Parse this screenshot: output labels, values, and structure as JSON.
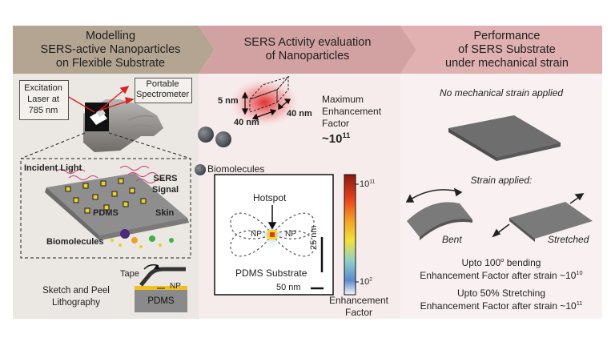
{
  "panels": {
    "left": {
      "header_line1": "Modelling",
      "header_line2": "SERS-active Nanoparticles",
      "header_line3": "on Flexible Substrate",
      "excitation_line1": "Excitation",
      "excitation_line2": "Laser at",
      "excitation_line3": "785 nm",
      "portable_line1": "Portable",
      "portable_line2": "Spectrometer",
      "incident_light": "Incident Light",
      "sers_line1": "SERS",
      "sers_line2": "Signal",
      "pdms": "PDMS",
      "skin": "Skin",
      "biomolecules": "Biomolecules",
      "tape": "Tape",
      "np": "NP",
      "sketch_line1": "Sketch and Peel",
      "sketch_line2": "Lithography",
      "pdms_block": "PDMS"
    },
    "middle": {
      "header_line1": "SERS Activity evaluation",
      "header_line2": "of Nanoparticles",
      "dim_height": "5 nm",
      "dim_depth": "40 nm",
      "dim_width": "40 nm",
      "max_line1": "Maximum",
      "max_line2": "Enhancement",
      "max_line3": "Factor",
      "max_value_base": "~10",
      "max_value_exp": "11",
      "biomolecules": "Biomolecules",
      "hotspot": "Hotspot",
      "np_left": "NP",
      "np_right": "NP",
      "scale_25": "25 nm",
      "pdms_substrate": "PDMS Substrate",
      "scale_50": "50 nm",
      "cbar_top_base": "10",
      "cbar_top_exp": "11",
      "cbar_bottom_base": "10",
      "cbar_bottom_exp": "2",
      "cbar_label_line1": "Enhancement",
      "cbar_label_line2": "Factor"
    },
    "right": {
      "header_line1": "Performance",
      "header_line2": "of SERS Substrate",
      "header_line3": "under mechanical strain",
      "no_strain": "No mechanical strain applied",
      "strain_applied": "Strain applied:",
      "bent": "Bent",
      "stretched": "Stretched",
      "bend_line1_pre": "Upto 100",
      "bend_line1_deg": "o",
      "bend_line1_post": " bending",
      "bend_line2_base": "Enhancement Factor after strain ~10",
      "bend_line2_exp": "10",
      "stretch_line1": "Upto 50% Stretching",
      "stretch_line2_base": "Enhancement Factor after strain ~10",
      "stretch_line2_exp": "11"
    }
  },
  "colors": {
    "left_header": "#b4a592",
    "middle_header": "#d2a2a2",
    "right_header": "#e1b1b1",
    "left_bg": "#ebe7e2",
    "middle_bg": "#f7ecec",
    "right_bg": "#f9f1f1"
  }
}
